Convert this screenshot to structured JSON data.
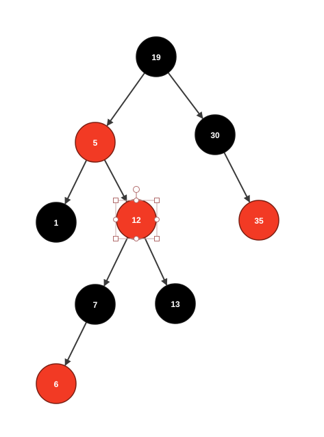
{
  "colors": {
    "black_node": "#000000",
    "red_node": "#f23a24",
    "red_node_stroke": "#7a1e12",
    "edge": "#3a3a3a",
    "label": "#ffffff"
  },
  "tree": {
    "nodes": [
      {
        "id": "n19",
        "label": "19",
        "color": "black"
      },
      {
        "id": "n5",
        "label": "5",
        "color": "red"
      },
      {
        "id": "n30",
        "label": "30",
        "color": "black"
      },
      {
        "id": "n1",
        "label": "1",
        "color": "black"
      },
      {
        "id": "n12",
        "label": "12",
        "color": "red",
        "selected": true
      },
      {
        "id": "n35",
        "label": "35",
        "color": "red"
      },
      {
        "id": "n7",
        "label": "7",
        "color": "black"
      },
      {
        "id": "n13",
        "label": "13",
        "color": "black"
      },
      {
        "id": "n6",
        "label": "6",
        "color": "red"
      }
    ],
    "edges": [
      {
        "from": "n19",
        "to": "n5"
      },
      {
        "from": "n19",
        "to": "n30"
      },
      {
        "from": "n5",
        "to": "n1"
      },
      {
        "from": "n5",
        "to": "n12"
      },
      {
        "from": "n30",
        "to": "n35"
      },
      {
        "from": "n12",
        "to": "n7"
      },
      {
        "from": "n12",
        "to": "n13"
      },
      {
        "from": "n7",
        "to": "n6"
      }
    ]
  }
}
